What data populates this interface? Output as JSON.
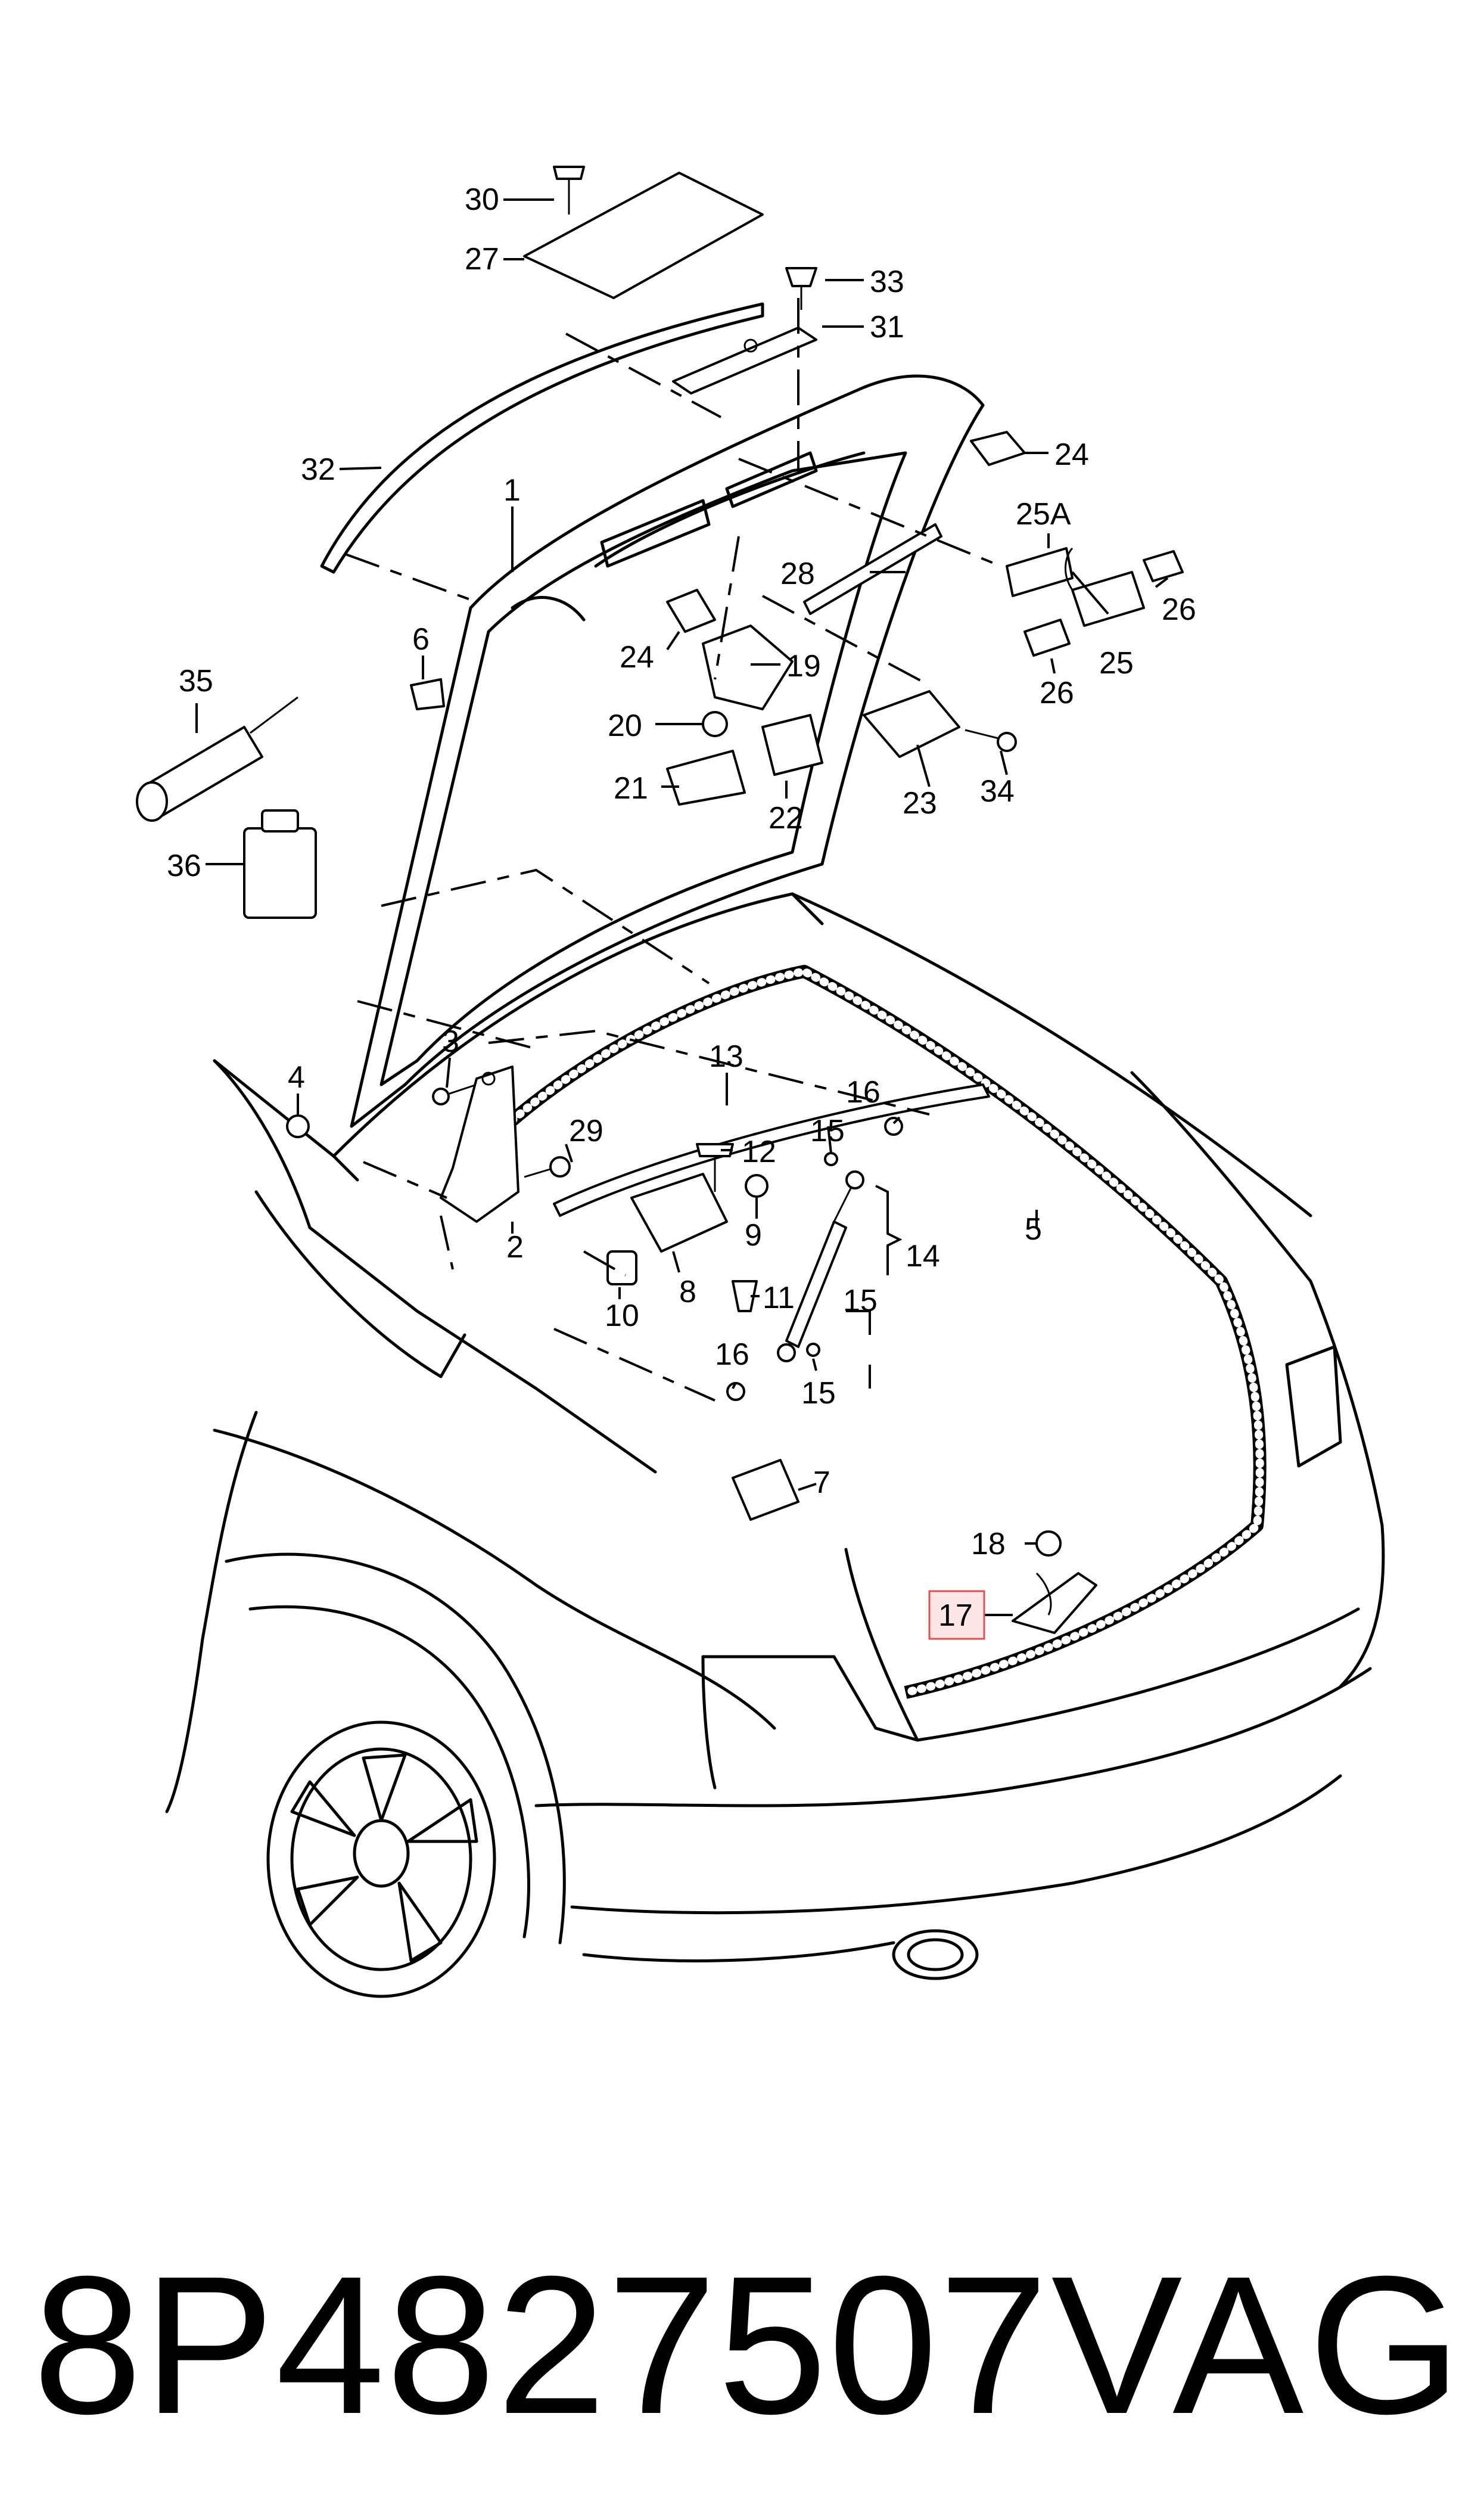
{
  "part_number": "8P4827507",
  "brand": "VAG",
  "highlighted_callout": "17",
  "highlight_color": "#ffe6e6",
  "callouts": {
    "c1": "1",
    "c2": "2",
    "c3": "3",
    "c4": "4",
    "c5": "5",
    "c6": "6",
    "c7": "7",
    "c8": "8",
    "c9": "9",
    "c10": "10",
    "c11": "11",
    "c12": "12",
    "c13": "13",
    "c14": "14",
    "c15a": "15",
    "c15b": "15",
    "c15c": "15",
    "c16a": "16",
    "c16b": "16",
    "c17": "17",
    "c18": "18",
    "c19": "19",
    "c20": "20",
    "c21": "21",
    "c22": "22",
    "c23": "23",
    "c24a": "24",
    "c24b": "24",
    "c25": "25",
    "c25a": "25A",
    "c26a": "26",
    "c26b": "26",
    "c27": "27",
    "c28": "28",
    "c29": "29",
    "c30": "30",
    "c31": "31",
    "c32": "32",
    "c33": "33",
    "c34": "34",
    "c35": "35",
    "c36": "36"
  }
}
